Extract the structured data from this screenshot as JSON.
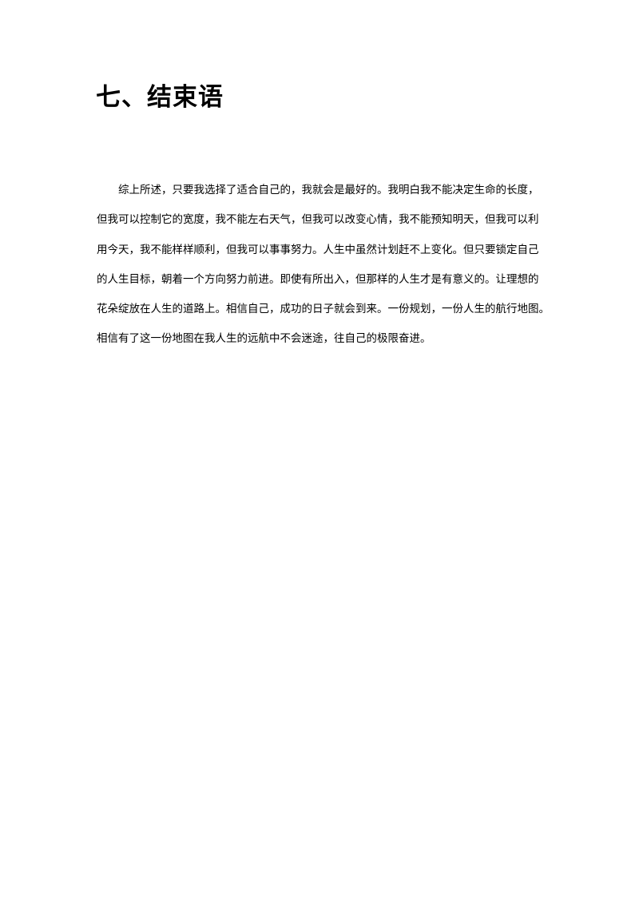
{
  "document": {
    "heading": "七、结束语",
    "paragraph_lines": [
      "综上所述，只要我选择了适合自己的，我就会是最好的。我明白我不能决定生命的长度，",
      "但我可以控制它的宽度，我不能左右天气，但我可以改变心情，我不能预知明天，但我可以利",
      "用今天，我不能样样顺利，但我可以事事努力。人生中虽然计划赶不上变化。但只要锁定自己",
      "的人生目标，朝着一个方向努力前进。即使有所出入，但那样的人生才是有意义的。让理想的",
      "花朵绽放在人生的道路上。相信自己，成功的日子就会到来。一份规划，一份人生的航行地图。",
      "相信有了这一份地图在我人生的远航中不会迷途，往自己的极限奋进。"
    ]
  }
}
